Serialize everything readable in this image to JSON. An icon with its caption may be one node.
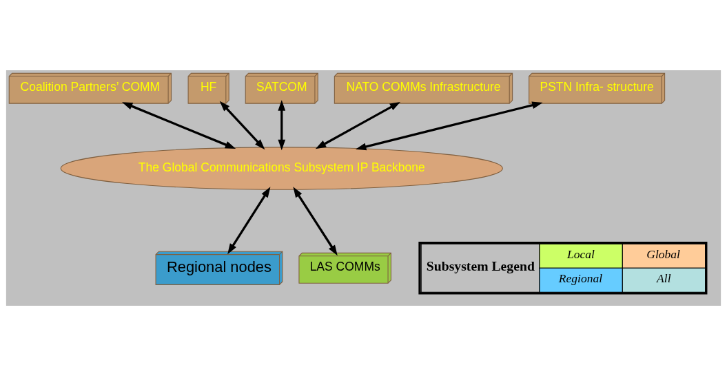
{
  "diagram": {
    "nodes": [
      {
        "text": [
          "Coalition Partners’ COMM"
        ]
      },
      {
        "text": [
          "HF"
        ]
      },
      {
        "text": [
          "SATCOM"
        ]
      },
      {
        "text": [
          "NATO COMMs Infrastructure"
        ]
      },
      {
        "text": [
          "PSTN Infra- structure"
        ]
      },
      {
        "text": [
          "The Global Communications Subsystem IP Backbone"
        ]
      },
      {
        "text": [
          "Regional nodes"
        ]
      },
      {
        "text": [
          "LAS COMMs"
        ]
      }
    ],
    "edges": [
      {
        "from": 0,
        "to": 5,
        "arrow": "both"
      },
      {
        "from": 1,
        "to": 5,
        "arrow": "both"
      },
      {
        "from": 2,
        "to": 5,
        "arrow": "both"
      },
      {
        "from": 3,
        "to": 5,
        "arrow": "both"
      },
      {
        "from": 4,
        "to": 5,
        "arrow": "both"
      },
      {
        "from": 5,
        "to": 6,
        "arrow": "both"
      },
      {
        "from": 5,
        "to": 7,
        "arrow": "both"
      }
    ],
    "labels": [
      "Subsystem Legend"
    ],
    "legend": [
      {
        "text": "Local",
        "color": "#ccff66"
      },
      {
        "text": "Global",
        "color": "#ffcc99"
      },
      {
        "text": "Regional",
        "color": "#66ccff"
      },
      {
        "text": "All",
        "color": "#b3e0e0"
      }
    ]
  }
}
